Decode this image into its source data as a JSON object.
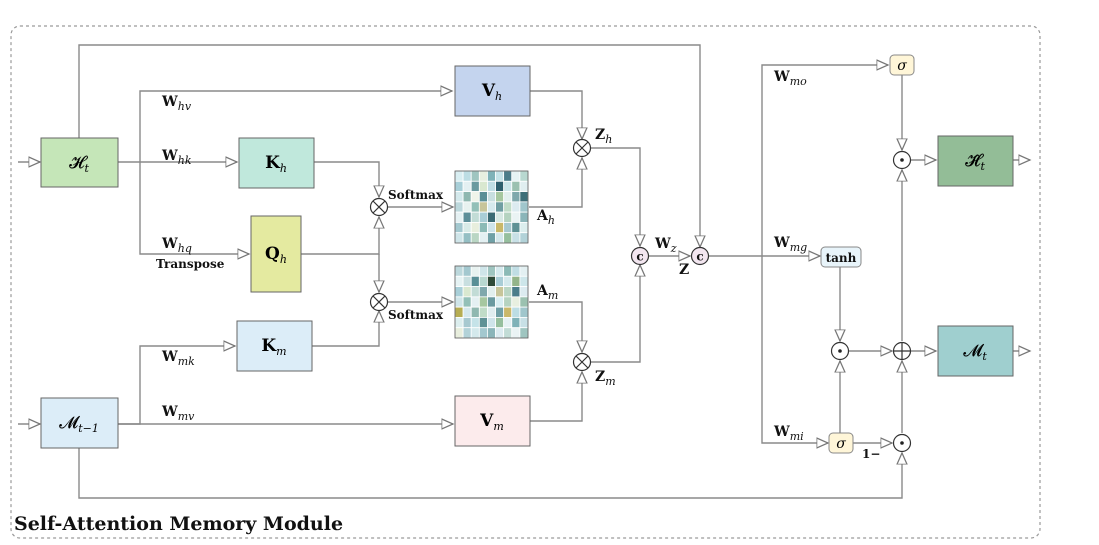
{
  "title": "Self-Attention Memory Module",
  "colors": {
    "green_light": "#c5e6b8",
    "mint": "#c0e8dc",
    "blue_light": "#c4d4ee",
    "yellow_green": "#e4eaa0",
    "sky": "#dcedf8",
    "pink": "#fcebec",
    "dark_green": "#93bd97",
    "teal": "#9fcfcf",
    "sigma_fill": "#fff6d8"
  },
  "boxes": {
    "H_t": "𝓗",
    "H_t_sub": "t",
    "M_prev": "𝓜",
    "M_prev_sub": "t−1",
    "V_h": "V",
    "V_h_sub": "h",
    "K_h": "K",
    "K_h_sub": "h",
    "Q_h": "Q",
    "Q_h_sub": "h",
    "K_m": "K",
    "K_m_sub": "m",
    "V_m": "V",
    "V_m_sub": "m",
    "H_hat": "𝓗̂",
    "H_hat_sub": "t",
    "M_t": "𝓜",
    "M_t_sub": "t"
  },
  "weights": {
    "W_hv": "W",
    "W_hv_sub": "hv",
    "W_hk": "W",
    "W_hk_sub": "hk",
    "W_hq": "W",
    "W_hq_sub": "hq",
    "W_mk": "W",
    "W_mk_sub": "mk",
    "W_mv": "W",
    "W_mv_sub": "mv",
    "W_z": "W",
    "W_z_sub": "z",
    "W_mo": "W",
    "W_mo_sub": "mo",
    "W_mg": "W",
    "W_mg_sub": "mg",
    "W_mi": "W",
    "W_mi_sub": "mi"
  },
  "labels": {
    "transpose": "Transpose",
    "softmax_1": "Softmax",
    "softmax_2": "Softmax",
    "A_h": "A",
    "A_h_sub": "h",
    "A_m": "A",
    "A_m_sub": "m",
    "Z_h": "Z",
    "Z_h_sub": "h",
    "Z_m": "Z",
    "Z_m_sub": "m",
    "Z": "Z",
    "tanh": "tanh",
    "sigma_o": "σ",
    "sigma_i": "σ",
    "one_minus": "1−",
    "concat": "c"
  },
  "heatmap_colors": [
    [
      "#d8eef2",
      "#bcdde4",
      "#9fc5c0",
      "#e8efe0",
      "#7fb2b8",
      "#c5e3e8",
      "#4c7d8a",
      "#e6f3f4",
      "#b8d8d0"
    ],
    [
      "#a8cfd8",
      "#e4f0f2",
      "#6b9aa0",
      "#d9e8d0",
      "#c0dde4",
      "#2f5f6d",
      "#cde6ea",
      "#9bc1b0",
      "#e0eef0"
    ],
    [
      "#d4e9ec",
      "#8fb8b0",
      "#f0f4ea",
      "#5a8f96",
      "#c8dfe0",
      "#a6c7a0",
      "#e2efee",
      "#7fa8ac",
      "#3d6e78"
    ],
    [
      "#bcd8dc",
      "#e8f2f0",
      "#93c0b8",
      "#c7c59a",
      "#d6eaee",
      "#6f9ea2",
      "#c0dcc8",
      "#dcebf0",
      "#a0c6cc"
    ],
    [
      "#e5f1f3",
      "#5e8f99",
      "#c2dcd6",
      "#a9cdd6",
      "#3c6b74",
      "#d8e9e4",
      "#b5d3c0",
      "#eaf3f4",
      "#8bb5b9"
    ],
    [
      "#a3c8cf",
      "#d9ebe8",
      "#e8eedd",
      "#8bbab6",
      "#cfe4ea",
      "#c9b86a",
      "#a7c9d0",
      "#5f9195",
      "#dceeee"
    ],
    [
      "#cfe5e9",
      "#95bfc4",
      "#bad6c4",
      "#e3f0f2",
      "#70a0a6",
      "#d5e8ec",
      "#96bf9e",
      "#c8e0e6",
      "#b2d2d8"
    ]
  ],
  "heatmap2_colors": [
    [
      "#bcd8dc",
      "#a3c8cf",
      "#e8f2f0",
      "#cfe5e9",
      "#9fc5c0",
      "#d6eaee",
      "#8bbab6",
      "#c0dde4",
      "#e3f0f2"
    ],
    [
      "#e6f3f4",
      "#c8dfe0",
      "#5a8f96",
      "#b8d8d0",
      "#2f4a38",
      "#a9cdd6",
      "#d4e9ec",
      "#94b48a",
      "#cde6ea"
    ],
    [
      "#a8cfd8",
      "#d9e8d0",
      "#c2dcd6",
      "#7fa8ac",
      "#e2efee",
      "#c7c59a",
      "#bad6c4",
      "#4c7d8a",
      "#dcebf0"
    ],
    [
      "#cfe5e9",
      "#93c0b8",
      "#e4f0f2",
      "#a6c7a0",
      "#6b9aa0",
      "#d8eef2",
      "#b5d3c0",
      "#e8efe0",
      "#9bc1b0"
    ],
    [
      "#b6ad52",
      "#d5e8ec",
      "#8fb8b0",
      "#c0dcc8",
      "#e0eef0",
      "#70a0a6",
      "#c9b86a",
      "#bcdde4",
      "#a0c6cc"
    ],
    [
      "#dceeee",
      "#a7c9d0",
      "#c5e3e8",
      "#5f9195",
      "#cfe4ea",
      "#96bf9e",
      "#e5f1f3",
      "#7fb2b8",
      "#c8e0e6"
    ],
    [
      "#e8eedd",
      "#b2d2d8",
      "#d4e9ec",
      "#a3c8cf",
      "#8bb5b9",
      "#dcebf0",
      "#c2dcd6",
      "#eaf3f4",
      "#9fc5c0"
    ]
  ]
}
